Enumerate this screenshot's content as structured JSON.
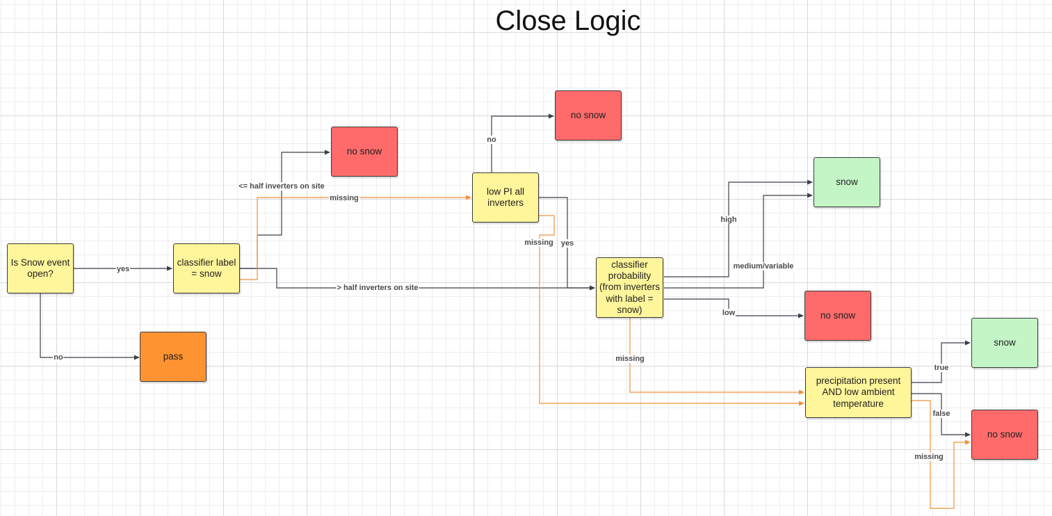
{
  "title": "Close Logic",
  "colors": {
    "decision": "#fff59a",
    "no_snow": "#ff6b6b",
    "snow": "#c3f5c6",
    "pass": "#fe9332",
    "edge_default": "#3a3f4a",
    "edge_missing": "#f0913a"
  },
  "nodes": {
    "snow_event_open": "Is Snow event open?",
    "classifier_label": "classifier label = snow",
    "pass": "pass",
    "no_snow_upper": "no snow",
    "no_snow_top": "no snow",
    "low_pi": "low PI all inverters",
    "classifier_probability": "classifier probability (from inverters with label = snow)",
    "snow_upper": "snow",
    "no_snow_mid": "no snow",
    "precip": "precipitation present AND low ambient temperature",
    "snow_right": "snow",
    "no_snow_right": "no snow"
  },
  "edges": {
    "yes": "yes",
    "no": "no",
    "le_half": "<= half inverters on site",
    "missing_classifier": "missing",
    "gt_half": "> half inverters on site",
    "pi_no": "no",
    "pi_missing": "missing",
    "pi_yes": "yes",
    "high": "high",
    "medium": "medium/variable",
    "low": "low",
    "prob_missing": "missing",
    "true": "true",
    "false": "false",
    "precip_missing": "missing"
  }
}
